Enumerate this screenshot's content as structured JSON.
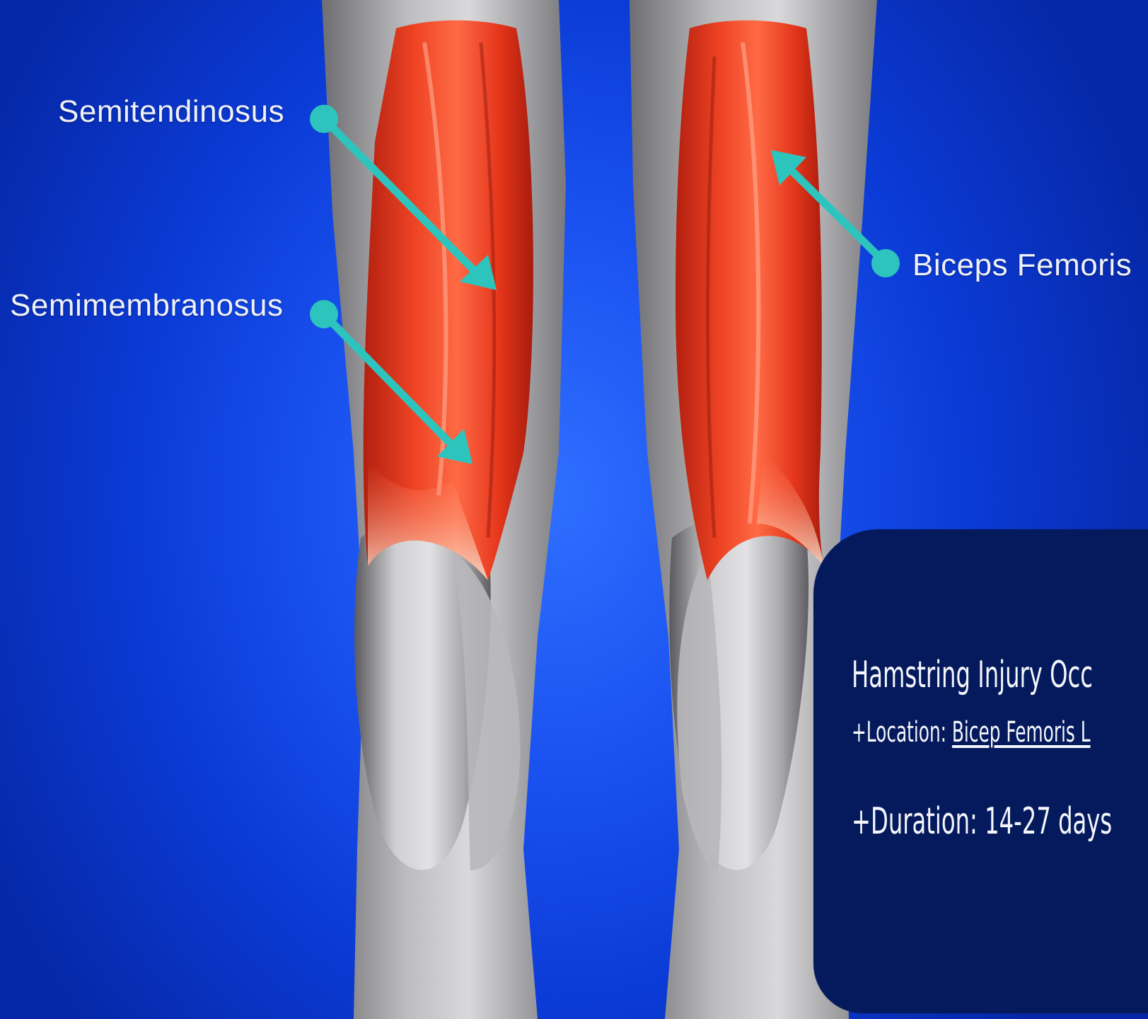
{
  "labels": {
    "semitendinosus": "Semitendinosus",
    "semimembranosus": "Semimembranosus",
    "biceps_femoris": "Biceps Femoris"
  },
  "info": {
    "title": "Hamstring Injury Occ",
    "location_prefix": "+Location: ",
    "location_value": "Bicep Femoris L",
    "duration": "+Duration: 14-27 days"
  },
  "colors": {
    "background_blue": "#1a52f0",
    "muscle_red": "#e8321c",
    "pointer_teal": "#2ec4be",
    "panel_navy": "#041a5c"
  }
}
